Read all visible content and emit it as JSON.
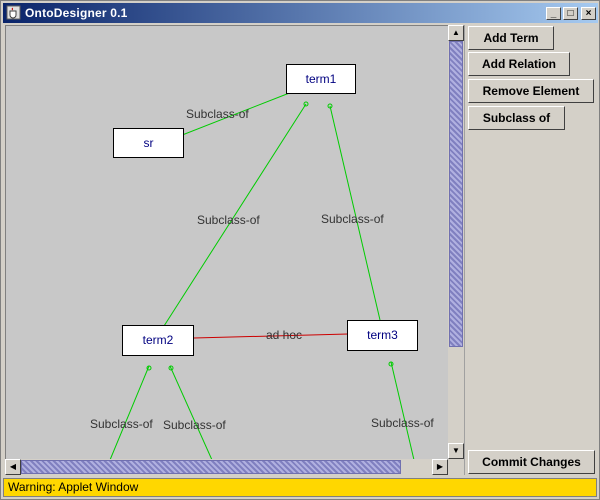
{
  "window": {
    "title": "OntoDesigner 0.1"
  },
  "terms": [
    {
      "id": "term1",
      "label": "term1"
    },
    {
      "id": "sr",
      "label": "sr"
    },
    {
      "id": "term2",
      "label": "term2"
    },
    {
      "id": "term3",
      "label": "term3"
    }
  ],
  "relations": [
    {
      "label": "Subclass-of",
      "color": "#00cc00"
    },
    {
      "label": "Subclass-of",
      "color": "#00cc00"
    },
    {
      "label": "Subclass-of",
      "color": "#00cc00"
    },
    {
      "label": "ad hoc",
      "color": "#cc0000"
    },
    {
      "label": "Subclass-of",
      "color": "#00cc00"
    },
    {
      "label": "Subclass-of",
      "color": "#00cc00"
    },
    {
      "label": "Subclass-of",
      "color": "#00cc00"
    }
  ],
  "buttons": {
    "add_term": "Add Term",
    "add_relation": "Add Relation",
    "remove_element": "Remove Element",
    "subclass_of": "Subclass of",
    "commit_changes": "Commit Changes"
  },
  "status": "Warning: Applet Window",
  "colors": {
    "subclass_edge": "#00cc00",
    "adhoc_edge": "#cc0000",
    "status_bg": "#ffd700"
  }
}
